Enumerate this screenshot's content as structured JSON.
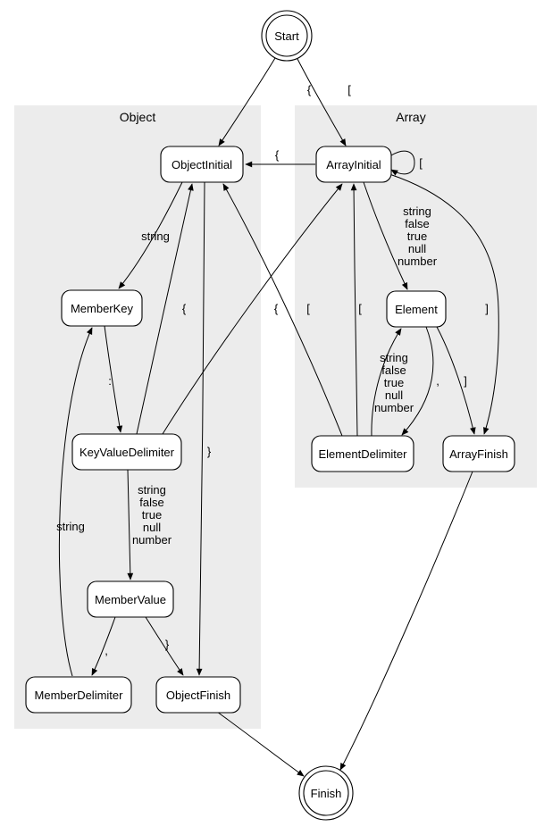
{
  "diagram": {
    "clusters": {
      "object": "Object",
      "array": "Array"
    },
    "nodes": {
      "start": "Start",
      "objectInitial": "ObjectInitial",
      "arrayInitial": "ArrayInitial",
      "memberKey": "MemberKey",
      "element": "Element",
      "keyValueDelimiter": "KeyValueDelimiter",
      "elementDelimiter": "ElementDelimiter",
      "arrayFinish": "ArrayFinish",
      "memberValue": "MemberValue",
      "memberDelimiter": "MemberDelimiter",
      "objectFinish": "ObjectFinish",
      "finish": "Finish"
    },
    "edges": {
      "start_objectInitial": "{",
      "start_arrayInitial": "[",
      "arrayInitial_objectInitial": "{",
      "arrayInitial_arrayInitial": "[",
      "arrayInitial_element": [
        "string",
        "false",
        "true",
        "null",
        "number"
      ],
      "arrayInitial_arrayFinish": "]",
      "objectInitial_memberKey": "string",
      "objectInitial_objectFinish": "}",
      "memberKey_keyValueDelimiter": ":",
      "keyValueDelimiter_memberValue": [
        "string",
        "false",
        "true",
        "null",
        "number"
      ],
      "keyValueDelimiter_objectInitial": "{",
      "keyValueDelimiter_arrayInitial": "[",
      "memberValue_memberDelimiter": ",",
      "memberValue_objectFinish": "}",
      "memberDelimiter_memberKey": "string",
      "element_elementDelimiter": ",",
      "element_arrayFinish": "]",
      "elementDelimiter_element": [
        "string",
        "false",
        "true",
        "null",
        "number"
      ],
      "elementDelimiter_arrayInitial": "[",
      "elementDelimiter_objectInitial": "{"
    },
    "colors": {
      "cluster_fill": "#ececec",
      "node_fill": "#ffffff",
      "stroke": "#000000"
    }
  }
}
